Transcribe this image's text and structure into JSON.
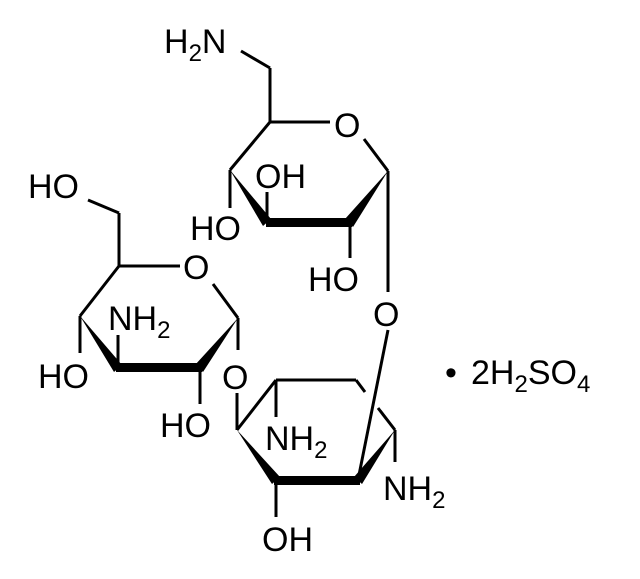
{
  "diagram": {
    "type": "chemical-structure",
    "colors": {
      "line": "#000000",
      "background": "#ffffff"
    },
    "rings": {
      "top_sugar": {
        "substituents": {
          "amine": {
            "main": "H",
            "sub": "2",
            "tail": "N"
          },
          "ring_oxygen": "O",
          "oh_c3": "OH",
          "oh_c4": "HO",
          "oh_c2": "HO",
          "glycosidic_oxygen": "O"
        }
      },
      "left_sugar": {
        "substituents": {
          "hydroxymethyl": "HO",
          "ring_oxygen": "O",
          "amine": {
            "main": "NH",
            "sub": "2"
          },
          "oh_c4": "HO",
          "oh_c2": "HO",
          "glycosidic_oxygen": "O"
        }
      },
      "bottom_ring": {
        "substituents": {
          "amine_inner": {
            "main": "NH",
            "sub": "2"
          },
          "amine_right": {
            "main": "NH",
            "sub": "2"
          },
          "oh": "OH"
        }
      }
    },
    "salt": {
      "bullet": "•",
      "coef": "2H",
      "h_sub": "2",
      "mid": "SO",
      "o_sub": "4"
    }
  }
}
